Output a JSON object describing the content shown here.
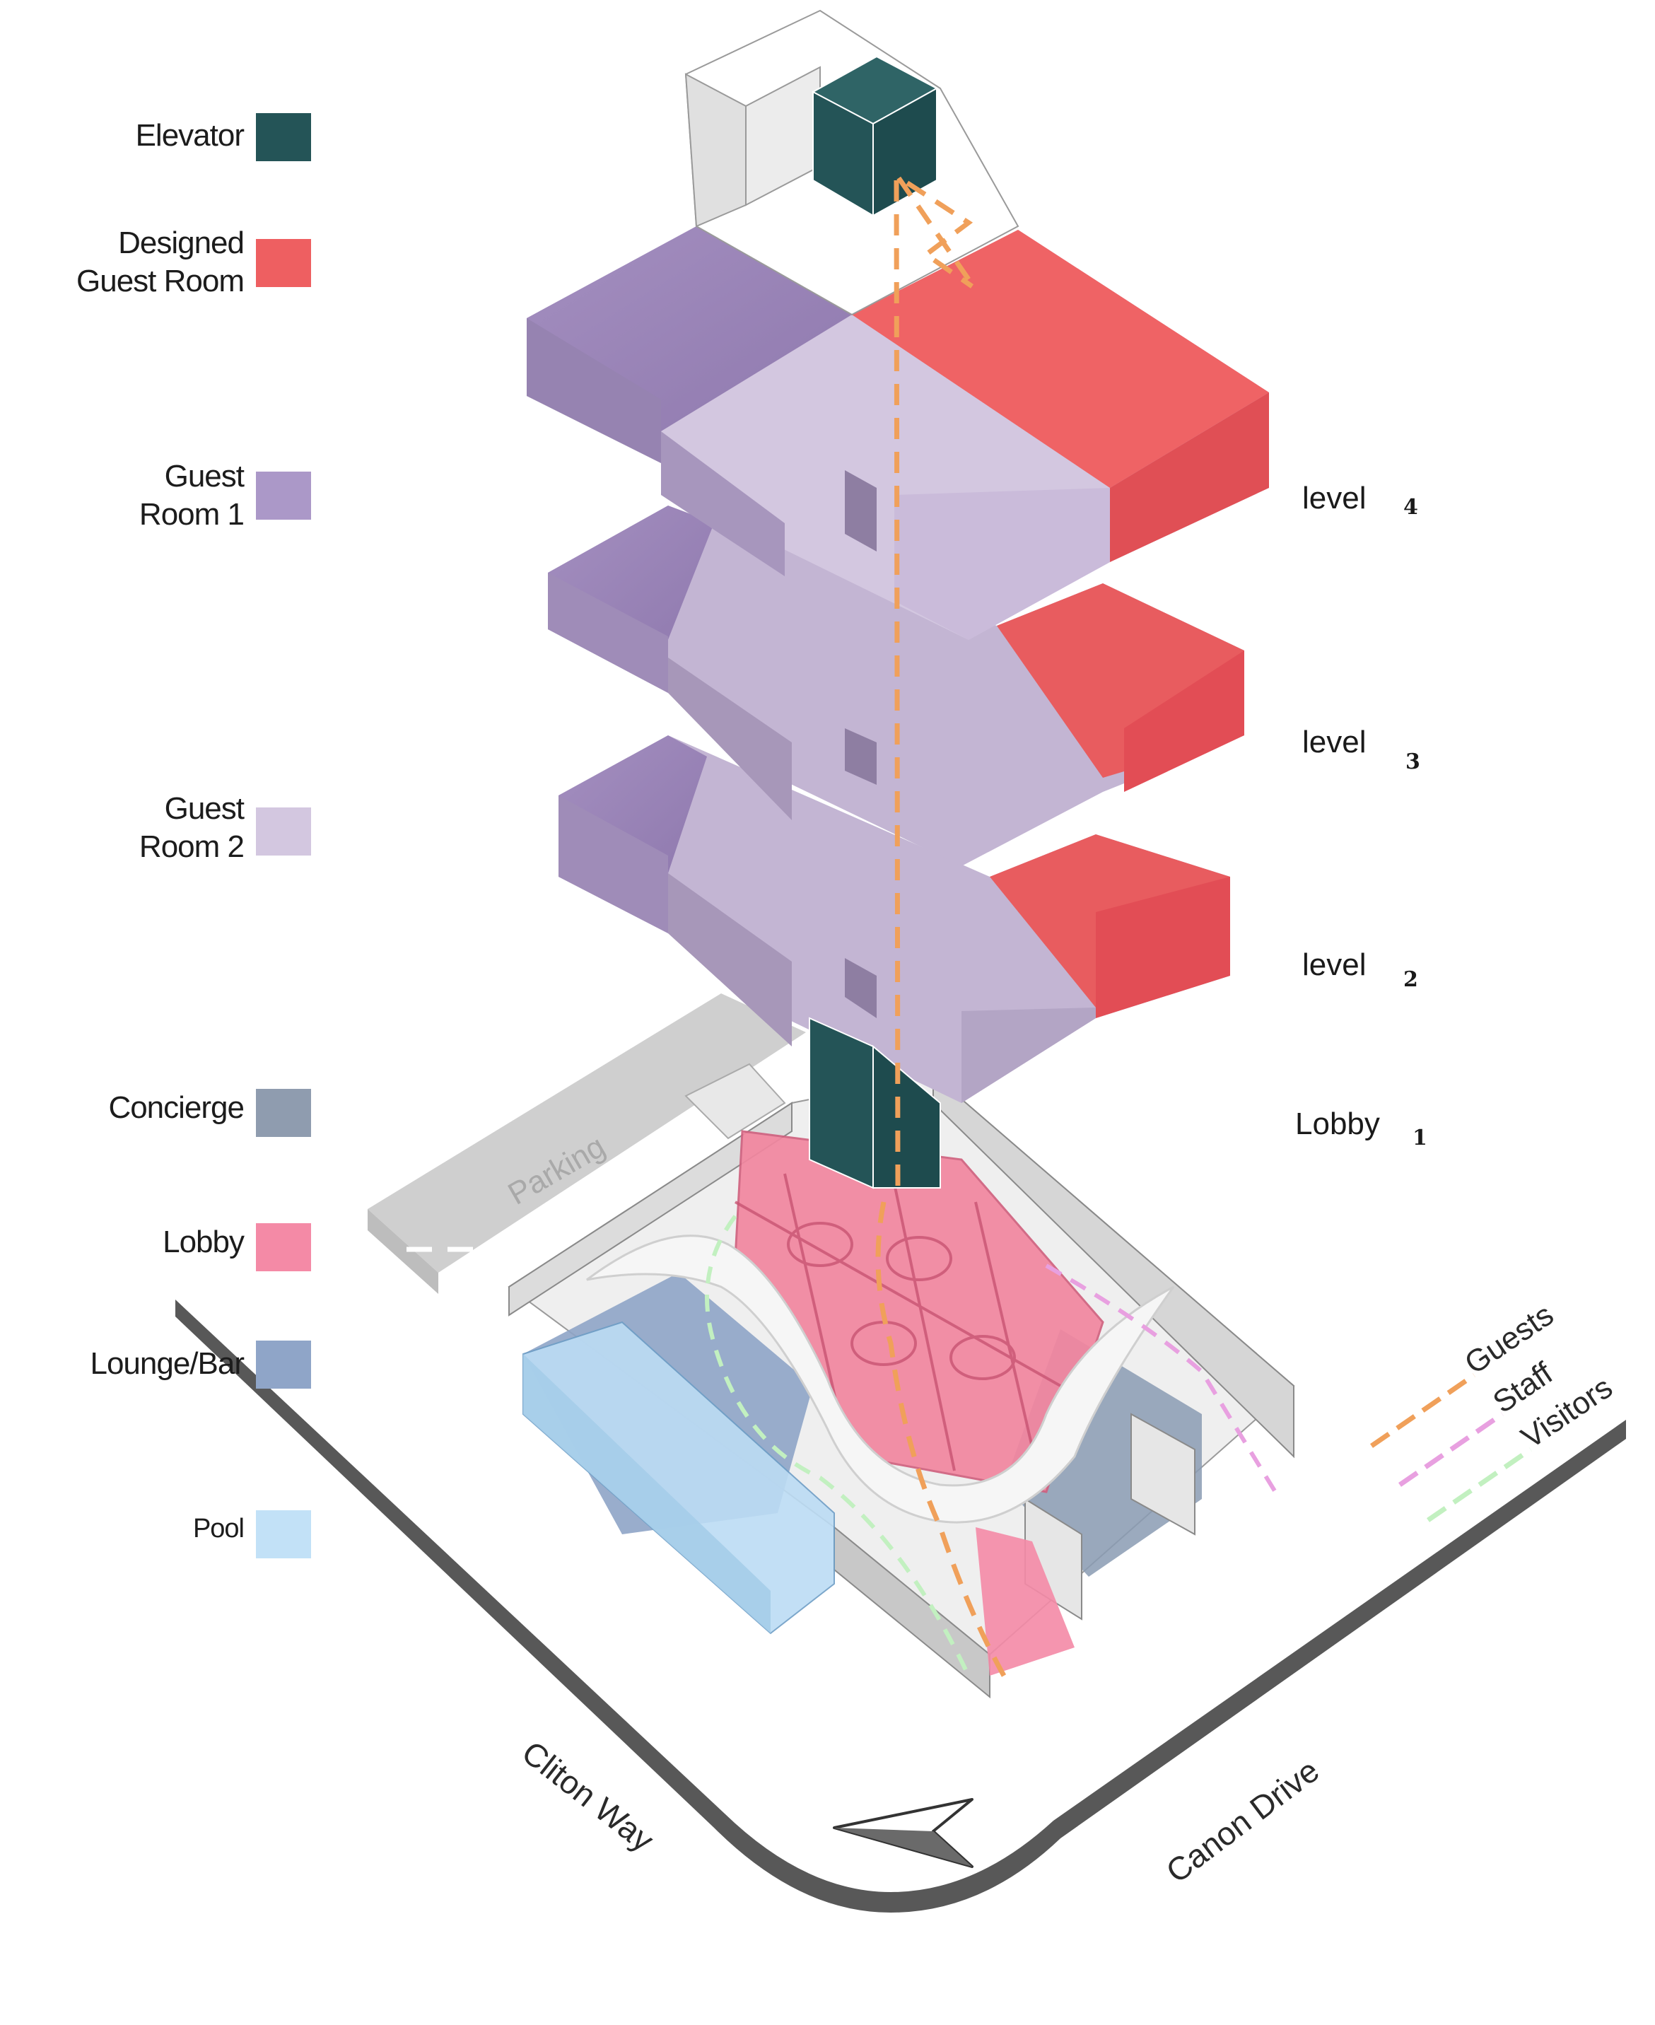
{
  "legend": [
    {
      "label": "Elevator",
      "color": "#245457"
    },
    {
      "label": "Designed\nGuest Room",
      "color": "#ee5f61"
    },
    {
      "label": "Guest\nRoom 1",
      "color": "#ab98c8"
    },
    {
      "label": "Guest\nRoom 2",
      "color": "#d3c7e0"
    },
    {
      "label": "Concierge",
      "color": "#8f9caf"
    },
    {
      "label": "Lobby",
      "color": "#f48aa6"
    },
    {
      "label": "Lounge/Bar",
      "color": "#8fa5c8"
    },
    {
      "label": "Pool",
      "color": "#c2e1f7"
    }
  ],
  "levels": [
    {
      "label": "level",
      "num": "4"
    },
    {
      "label": "level",
      "num": "3"
    },
    {
      "label": "level",
      "num": "2"
    },
    {
      "label": "Lobby",
      "num": "1"
    }
  ],
  "routes": [
    {
      "label": "Guests",
      "color": "#f0a05a"
    },
    {
      "label": "Staff",
      "color": "#e8a0e0"
    },
    {
      "label": "Visitors",
      "color": "#c2f0c0"
    }
  ],
  "parking": {
    "label": "Parking"
  },
  "streets": {
    "left": "Cliton Way",
    "right": "Canon Drive"
  },
  "icons": {
    "north": "north-arrow-icon"
  }
}
